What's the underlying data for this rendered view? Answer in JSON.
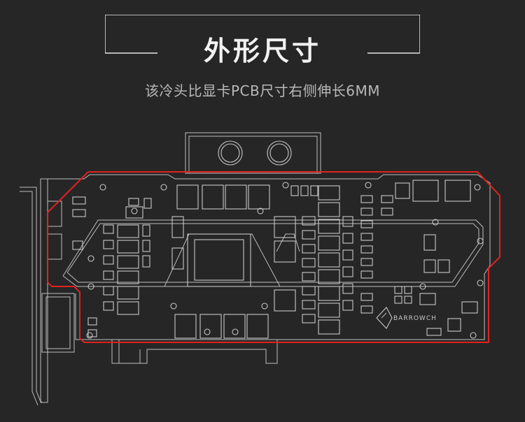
{
  "header": {
    "title": "外形尺寸",
    "subtitle": "该冷头比显卡PCB尺寸右侧伸长6MM"
  },
  "diagram": {
    "logo_text": "BARROWCH",
    "outline_color": "#e0231f",
    "line_color": "#bdbdbd",
    "background": "#262627"
  }
}
